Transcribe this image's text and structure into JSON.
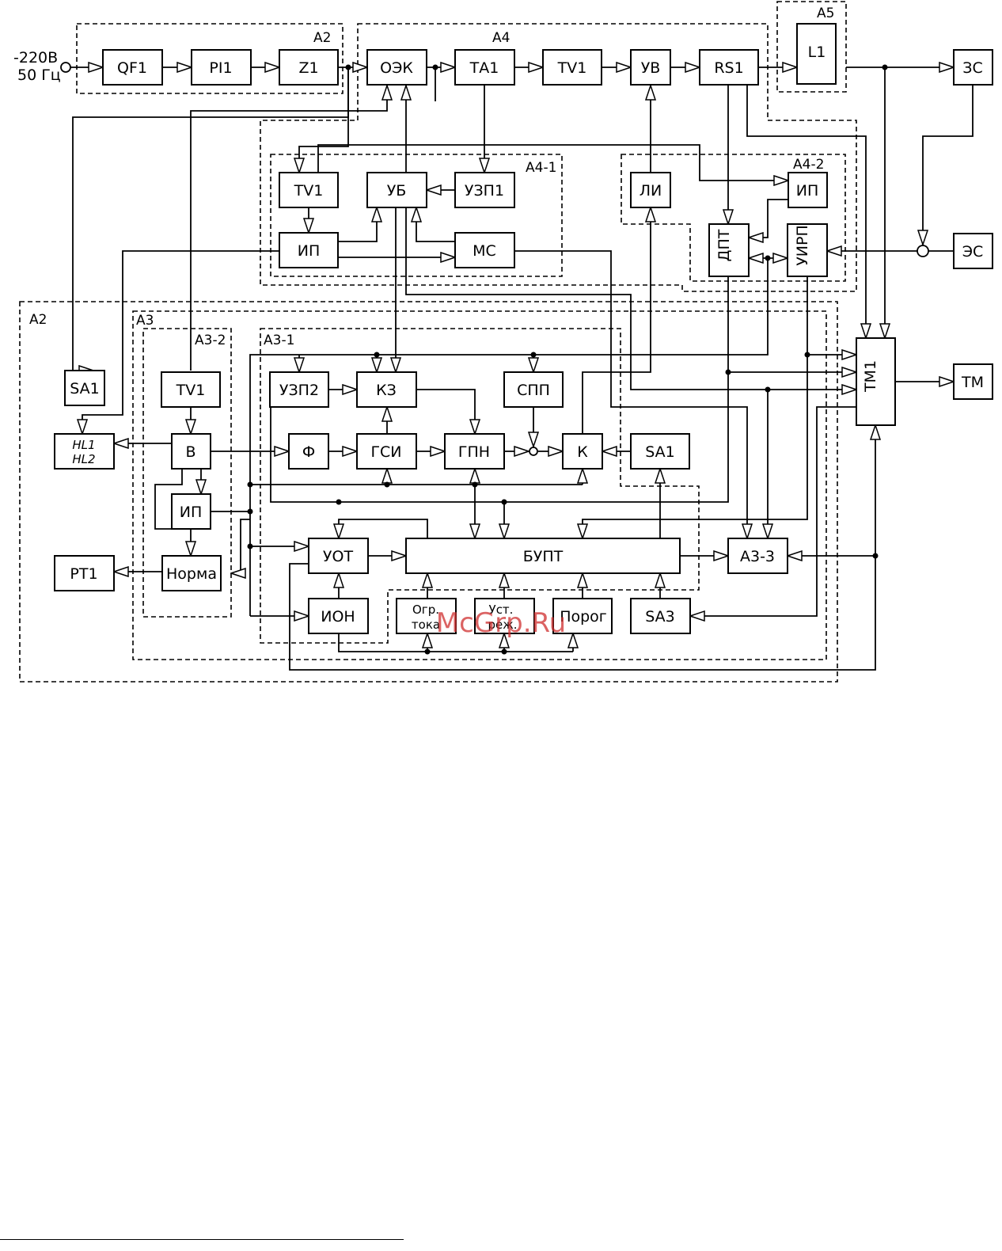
{
  "input": {
    "line1": "-220В",
    "line2": "50 Гц"
  },
  "groups": {
    "a2_top": "А2",
    "a4": "А4",
    "a5": "А5",
    "a4_1": "А4-1",
    "a4_2": "А4-2",
    "a2_bottom": "А2",
    "a3": "А3",
    "a3_2": "А3-2",
    "a3_1": "А3-1"
  },
  "blocks": {
    "qf1": "QF1",
    "pi1": "PI1",
    "z1": "Z1",
    "oek": "ОЭК",
    "ta1": "ТА1",
    "tv1_top": "TV1",
    "uv": "УВ",
    "rs1": "RS1",
    "l1": "L1",
    "zs": "ЗС",
    "es": "ЭС",
    "tv1_a41": "TV1",
    "ub": "УБ",
    "uzp1": "УЗП1",
    "ip_a41": "ИП",
    "ms": "МС",
    "li": "ЛИ",
    "ip_a42": "ИП",
    "dpt": "ДПТ",
    "uirp": "УИРП",
    "tm1": "ТМ1",
    "tm": "ТМ",
    "sa1_left": "SA1",
    "hl_1": "HL1",
    "hl_2": "HL2",
    "rt1": "РТ1",
    "tv1_a32": "TV1",
    "v": "В",
    "ip_a32": "ИП",
    "norma": "Норма",
    "uzp2": "УЗП2",
    "kz": "КЗ",
    "spp": "СПП",
    "f": "Ф",
    "gsi": "ГСИ",
    "gpn": "ГПН",
    "k": "К",
    "sa1_right": "SA1",
    "uot": "УОТ",
    "bupt": "БУПТ",
    "a3_3": "А3-3",
    "ion": "ИОН",
    "ogr_1": "Огр.",
    "ogr_2": "тока",
    "ust_1": "Уст.",
    "ust_2": "реж.",
    "porog": "Порог",
    "sa3": "SA3"
  },
  "watermark": "McGrp.Ru"
}
